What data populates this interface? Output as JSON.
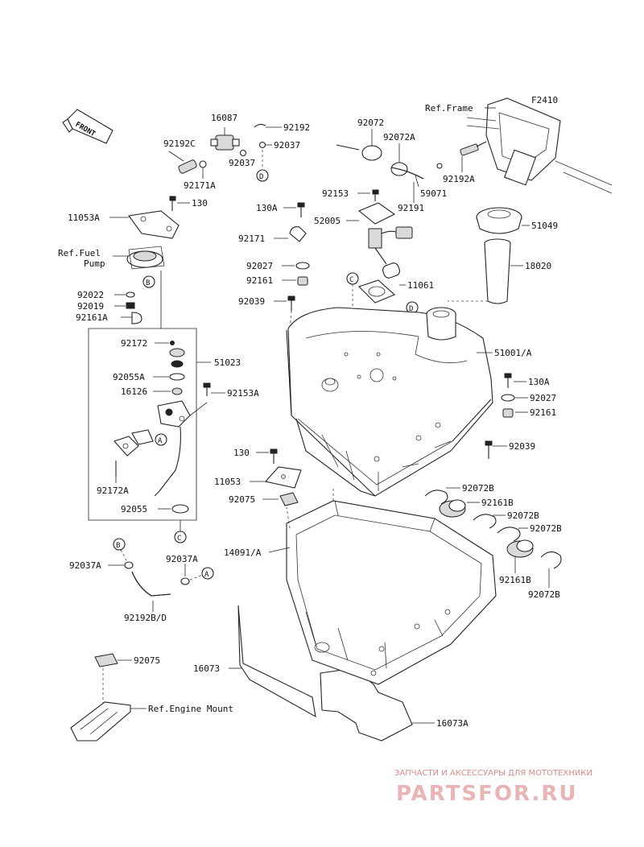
{
  "figure_id": "F2410",
  "front_label": "FRONT",
  "labels": {
    "l16087": "16087",
    "l92192": "92192",
    "l92192C": "92192C",
    "l92037a": "92037",
    "l92037b": "92037",
    "l92171A": "92171A",
    "l130a": "130",
    "l11053A": "11053A",
    "refFuelPump1": "Ref.Fuel",
    "refFuelPump2": "Pump",
    "l92022": "92022",
    "l92019": "92019",
    "l92161A": "92161A",
    "l92172": "92172",
    "l51023": "51023",
    "l92055A": "92055A",
    "l16126": "16126",
    "l92153A": "92153A",
    "l92172A": "92172A",
    "l92055": "92055",
    "l92037A_l": "92037A",
    "l92037A_r": "92037A",
    "l92192BD": "92192B/D",
    "l92075a": "92075",
    "refEngineMount": "Ref.Engine Mount",
    "l16073": "16073",
    "l16073A": "16073A",
    "l92072": "92072",
    "l92072A": "92072A",
    "refFrame": "Ref.Frame",
    "l92192A": "92192A",
    "l59071": "59071",
    "l92191": "92191",
    "l92153": "92153",
    "l130A_top": "130A",
    "l52005": "52005",
    "l51049": "51049",
    "l92171": "92171",
    "l18020": "18020",
    "l92027a": "92027",
    "l92161a": "92161",
    "l11061": "11061",
    "l92039a": "92039",
    "l51001A": "51001/A",
    "l130A_r": "130A",
    "l92027b": "92027",
    "l92161b": "92161",
    "l92039b": "92039",
    "l130b": "130",
    "l11053": "11053",
    "l92075b": "92075",
    "l92072B1": "92072B",
    "l92161B1": "92161B",
    "l92072B2": "92072B",
    "l92072B3": "92072B",
    "l92161B2": "92161B",
    "l92072B4": "92072B",
    "l14091A": "14091/A"
  },
  "callouts": {
    "A": "A",
    "B": "B",
    "C": "C",
    "D": "D"
  },
  "watermark": {
    "line1": "ЗАПЧАСТИ И АКСЕССУАРЫ ДЛЯ МОТОТЕХНИКИ",
    "line2": "PARTSFOR.RU"
  }
}
